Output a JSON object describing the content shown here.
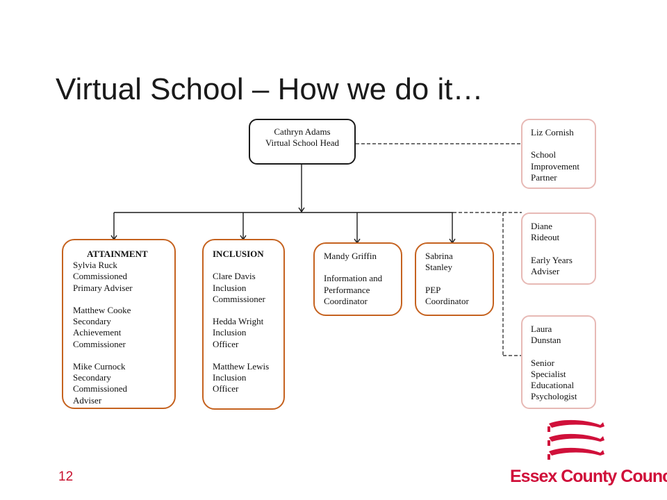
{
  "slide": {
    "title": "Virtual School – How we do it…",
    "page_number": "12"
  },
  "head": {
    "name": "Cathryn Adams",
    "role": "Virtual School Head"
  },
  "teams": {
    "attainment": {
      "heading": "ATTAINMENT",
      "lines": [
        "Sylvia Ruck",
        "Commissioned",
        "Primary Adviser",
        "",
        "Matthew Cooke",
        "Secondary",
        "Achievement",
        "Commissioner",
        "",
        "Mike Curnock",
        "Secondary",
        "Commissioned",
        "Adviser"
      ]
    },
    "inclusion": {
      "heading": "INCLUSION",
      "lines": [
        "",
        "Clare Davis",
        "Inclusion",
        "Commissioner",
        "",
        "Hedda Wright",
        "Inclusion",
        "Officer",
        "",
        "Matthew Lewis",
        "Inclusion",
        "Officer"
      ]
    },
    "information": {
      "lines": [
        "Mandy Griffin",
        "",
        "Information and",
        "Performance",
        "Coordinator"
      ]
    },
    "pep": {
      "lines": [
        "Sabrina",
        "Stanley",
        "",
        "PEP",
        "Coordinator"
      ]
    }
  },
  "partners": {
    "school_improvement": {
      "lines": [
        "Liz Cornish",
        "",
        "School",
        "Improvement",
        "Partner"
      ]
    },
    "early_years": {
      "lines": [
        "Diane",
        "Rideout",
        "",
        "Early Years",
        "Adviser"
      ]
    },
    "psychologist": {
      "lines": [
        "Laura",
        "Dunstan",
        "",
        "Senior",
        "Specialist",
        "Educational",
        "Psychologist"
      ]
    }
  },
  "logo": {
    "text": "Essex County Council",
    "color": "#d0103a"
  },
  "colors": {
    "head_border": "#1a1a1a",
    "team_border": "#c5621f",
    "partner_border": "#e7b9b5",
    "connector": "#1a1a1a"
  }
}
